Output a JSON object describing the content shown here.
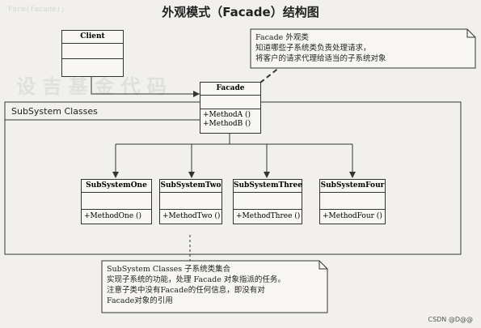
{
  "title": "外观模式（Facade）结构图",
  "package_label": "SubSystem Classes",
  "client": {
    "name": "Client",
    "ops": []
  },
  "facade": {
    "name": "Facade",
    "ops": [
      "+MethodA ()",
      "+MethodB ()"
    ]
  },
  "subsystems": [
    {
      "name": "SubSystemOne",
      "op": "+MethodOne ()"
    },
    {
      "name": "SubSystemTwo",
      "op": "+MethodTwo ()"
    },
    {
      "name": "SubSystemThree",
      "op": "+MethodThree ()"
    },
    {
      "name": "SubSystemFour",
      "op": "+MethodFour ()"
    }
  ],
  "note_facade": {
    "line1": "Facade  外观类",
    "line2": "知道哪些子系统类负责处理请求，",
    "line3": "将客户的请求代理给适当的子系统对象"
  },
  "note_subsystem": {
    "line1": "SubSystem Classes   子系统类集合",
    "line2": "实现子系统的功能，处理 Facade 对象指派的任务。",
    "line3": "注意子类中没有Facade的任何信息，即没有对",
    "line4": "Facade对象的引用"
  },
  "watermark": "CSDN @D@@"
}
